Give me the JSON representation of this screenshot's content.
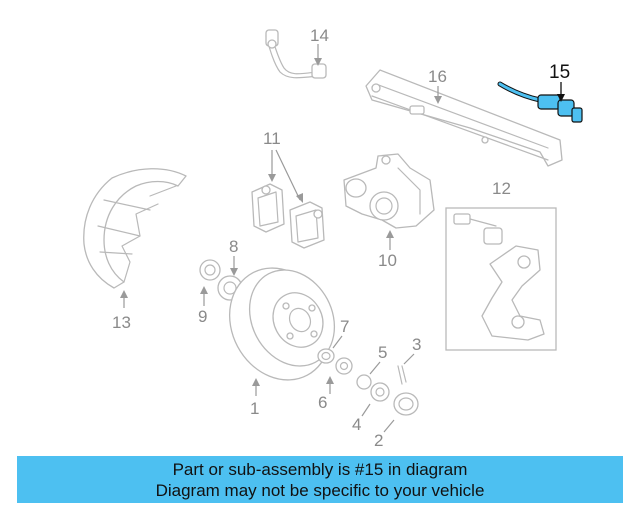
{
  "diagram": {
    "callouts": [
      "1",
      "2",
      "3",
      "4",
      "5",
      "6",
      "7",
      "8",
      "9",
      "10",
      "11",
      "12",
      "13",
      "14",
      "15",
      "16"
    ],
    "highlighted_part": "15",
    "highlight_color": "#4dc0f1",
    "line_color": "#b9b9b9"
  },
  "banner": {
    "line1": "Part or sub-assembly is #15 in diagram",
    "line2": "Diagram may not be specific to your vehicle",
    "background": "#4dc0f1"
  }
}
